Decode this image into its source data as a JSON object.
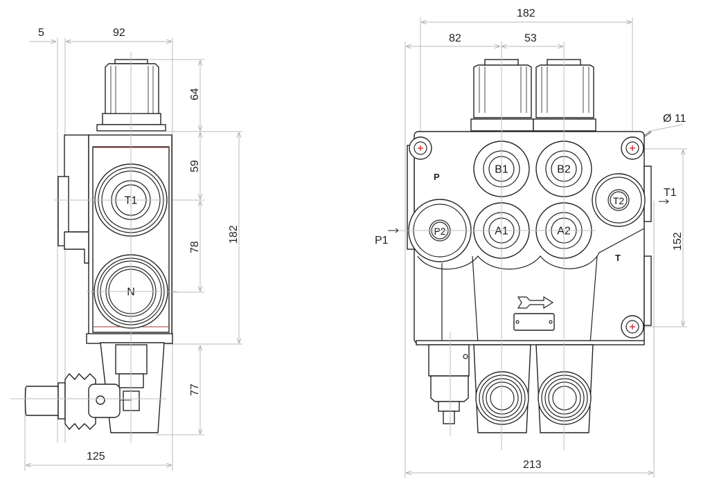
{
  "side_view": {
    "dimensions": {
      "offset_width": "5",
      "body_width": "92",
      "cap_height": "64",
      "top_port_spacing": "59",
      "port_spacing": "78",
      "body_height": "182",
      "lever_height": "77",
      "total_width": "125"
    },
    "ports": {
      "tank": "T1",
      "neutral": "N"
    }
  },
  "front_view": {
    "dimensions": {
      "bolt_spacing": "182",
      "first_spool_offset": "82",
      "spool_spacing": "53",
      "hole_diameter": "Ø 11",
      "bolt_vertical_spacing": "152",
      "total_width": "213"
    },
    "ports": {
      "b1": "B1",
      "b2": "B2",
      "a1": "A1",
      "a2": "A2",
      "p2": "P2",
      "t2": "T2",
      "p1": "P1",
      "t1": "T1",
      "p_mark": "P",
      "t_mark": "T"
    }
  },
  "colors": {
    "line": "#222222",
    "dimension": "#b8b8b8",
    "bolt_marker": "#d02020"
  }
}
